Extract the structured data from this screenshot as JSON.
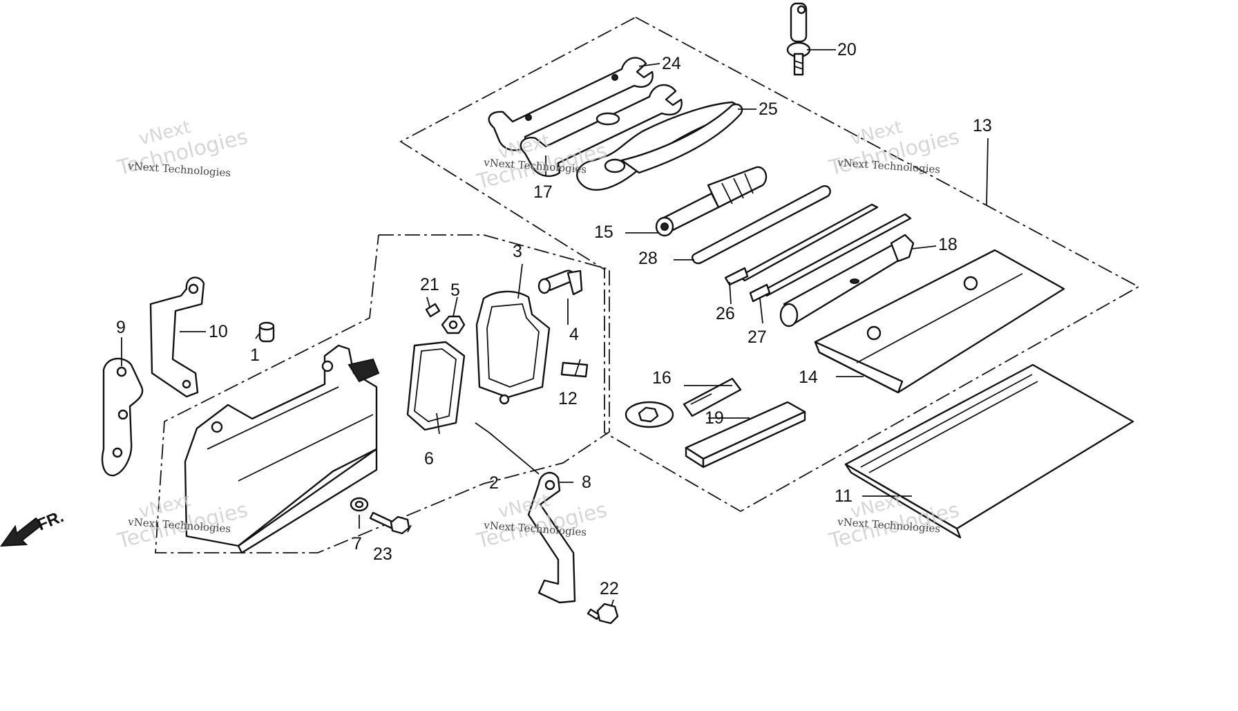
{
  "diagram": {
    "callouts": [
      {
        "id": "1",
        "text": "1"
      },
      {
        "id": "2",
        "text": "2"
      },
      {
        "id": "3",
        "text": "3"
      },
      {
        "id": "4",
        "text": "4"
      },
      {
        "id": "5",
        "text": "5"
      },
      {
        "id": "6",
        "text": "6"
      },
      {
        "id": "7",
        "text": "7"
      },
      {
        "id": "8",
        "text": "8"
      },
      {
        "id": "9",
        "text": "9"
      },
      {
        "id": "10",
        "text": "10"
      },
      {
        "id": "11",
        "text": "11"
      },
      {
        "id": "12",
        "text": "12"
      },
      {
        "id": "13",
        "text": "13"
      },
      {
        "id": "14",
        "text": "14"
      },
      {
        "id": "15",
        "text": "15"
      },
      {
        "id": "16",
        "text": "16"
      },
      {
        "id": "17",
        "text": "17"
      },
      {
        "id": "18",
        "text": "18"
      },
      {
        "id": "19",
        "text": "19"
      },
      {
        "id": "20",
        "text": "20"
      },
      {
        "id": "21",
        "text": "21"
      },
      {
        "id": "22",
        "text": "22"
      },
      {
        "id": "23",
        "text": "23"
      },
      {
        "id": "24",
        "text": "24"
      },
      {
        "id": "25",
        "text": "25"
      },
      {
        "id": "26",
        "text": "26"
      },
      {
        "id": "27",
        "text": "27"
      },
      {
        "id": "28",
        "text": "28"
      }
    ],
    "direction_label": "FR.",
    "watermark": {
      "brand_small": "vNext Technologies",
      "line1": "vNext",
      "line2": "Technologies"
    }
  }
}
